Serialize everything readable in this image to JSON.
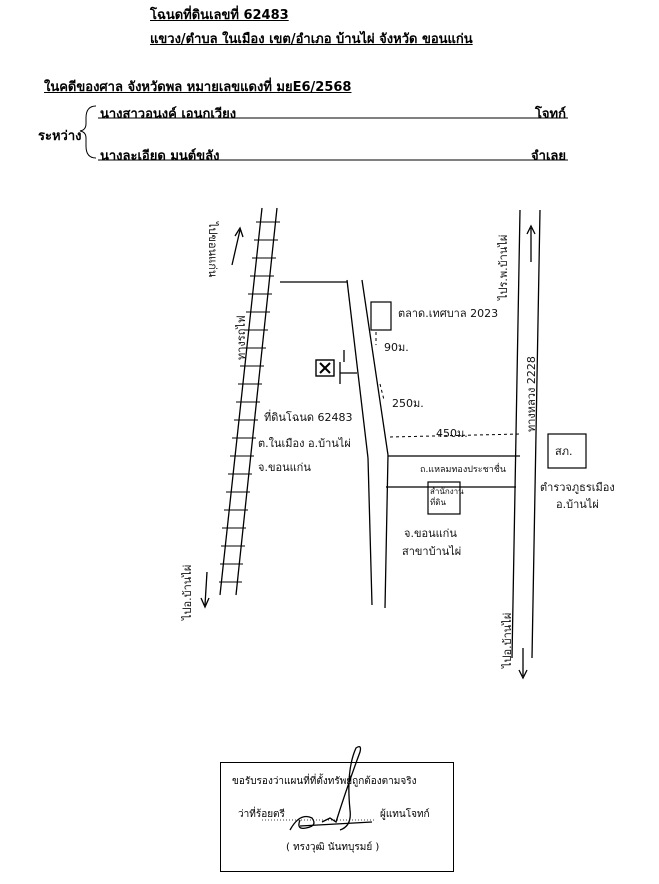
{
  "header": {
    "title": "โฉนดที่ดินเลขที่   62483",
    "location": "แขวง/ตำบล  ในเมือง  เขต/อำเภอ  บ้านไผ่  จังหวัด ขอนแก่น"
  },
  "case": {
    "line": "ในคดีของศาล  จังหวัดพล  หมายเลขแดงที่ มยE6/2568",
    "between_label": "ระหว่าง",
    "plaintiff_name": "นางสาวอนงค์  เอนกเวียง",
    "plaintiff_role": "โจทก์",
    "defendant_name": "นางละเอียด  มนต์ขลัง",
    "defendant_role": "จำเลย"
  },
  "map": {
    "to_khon_kaen": "ไปขอนแก่น",
    "railway": "ทางรถไฟ",
    "to_ban_phai_left": "ไปอ.บ้านไผ่",
    "market": "ตลาด.เทศบาล 2023",
    "dist_90": "90ม.",
    "dist_250": "250ม.",
    "dist_450": "450ม.",
    "land_label_1": "ที่ดินโฉนด 62483",
    "land_label_2": "ต.ในเมือง อ.บ้านไผ่",
    "land_label_3": "จ.ขอนแก่น",
    "highway": "ทางหลวง 2228",
    "to_ban_phai_top": "ไปร.พ.บ้านไผ่",
    "road_name": "ถ.แหลมทองประชาชื่น",
    "police": "สภ.",
    "police_label_1": "ตำรวจภูธรเมือง",
    "police_label_2": "อ.บ้านไผ่",
    "land_office": "สำนักงานที่ดิน",
    "land_office_label_1": "จ.ขอนแก่น",
    "land_office_label_2": "สาขาบ้านไผ่",
    "to_ban_phai_bottom": "ไปอ.บ้านไผ่"
  },
  "certificate": {
    "line1": "ขอรับรองว่าแผนที่ที่ตั้งทรัพย์ถูกต้องตามจริง",
    "line2_prefix": "ว่าที่ร้อยตรี",
    "line2_suffix": "ผู้แทนโจทก์",
    "name": "( ทรงวุฒิ  นันทบุรมย์ )"
  }
}
